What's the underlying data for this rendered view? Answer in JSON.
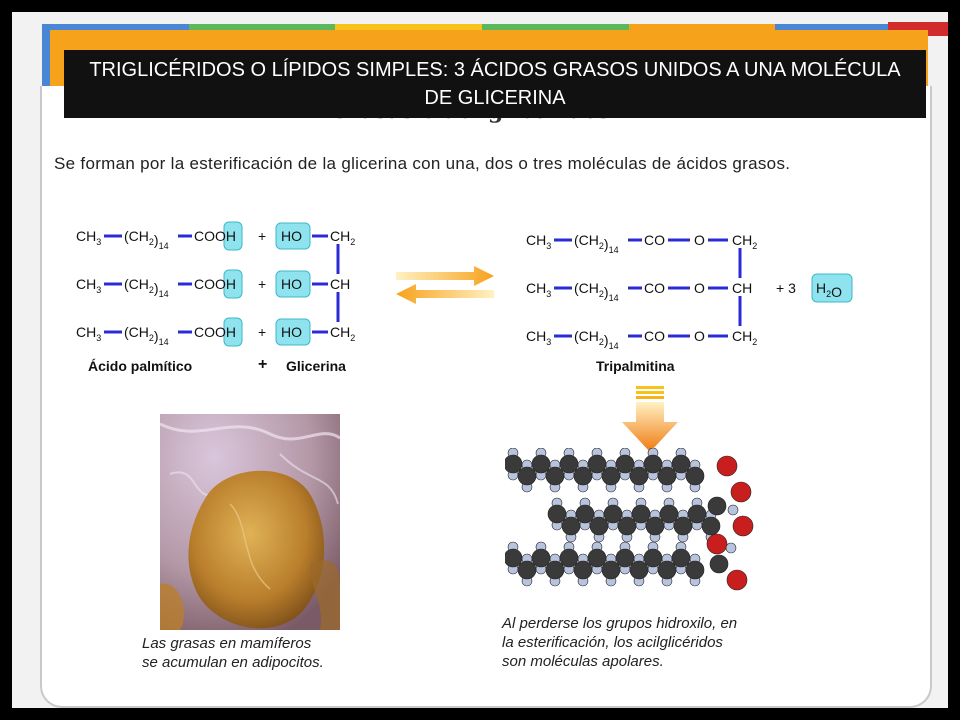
{
  "title": "TRIGLICÉRIDOS O LÍPIDOS SIMPLES: 3 ÁCIDOS GRASOS UNIDOS A UNA MOLÉCULA DE GLICERINA",
  "intro": "Se forman por la esterificación de la glicerina con una, dos o tres moléculas de ácidos grasos.",
  "reactants": {
    "acid_ch3": "CH3",
    "acid_chain": "(CH2)14",
    "acid_group": "COOH",
    "plus": "+",
    "hydroxyl": "HO",
    "glycerol": [
      "CH2",
      "CH",
      "CH2"
    ],
    "label_acid": "Ácido palmítico",
    "label_plus": "+",
    "label_glycerol": "Glicerina"
  },
  "product": {
    "chain": "(CH2)14",
    "co": "CO",
    "o": "O",
    "glycerol": [
      "CH2",
      "CH",
      "CH2"
    ],
    "water_coef": "+ 3",
    "water": "H2O",
    "label": "Tripalmitina"
  },
  "captions": {
    "photo": [
      "Las grasas en mamíferos",
      "se acumulan en adipocitos."
    ],
    "molecule": [
      "Al perderse los grupos hidroxilo, en",
      "la esterificación, los acilglicéridos",
      "son moléculas apolares."
    ]
  },
  "colors": {
    "bond": "#2b2bd6",
    "highlight": "#8fe3ef",
    "title_bg": "#111111",
    "band": "#f7a21b"
  }
}
